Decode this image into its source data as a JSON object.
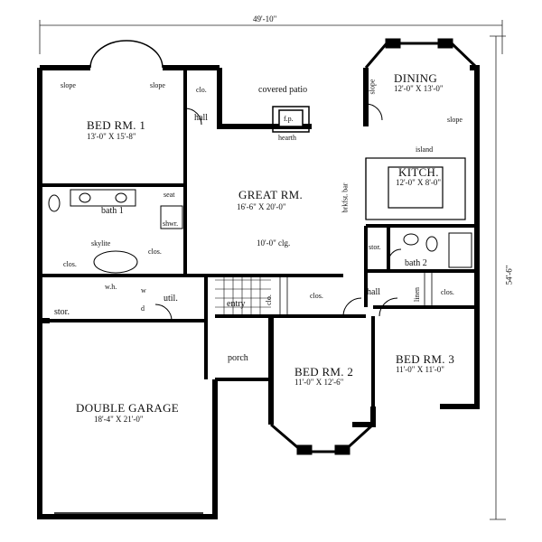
{
  "overall": {
    "width": "49'-10\"",
    "depth": "54'-6\""
  },
  "rooms": {
    "bed1": {
      "name": "BED RM. 1",
      "size": "13'-0\" X 15'-8\""
    },
    "great": {
      "name": "GREAT RM.",
      "size": "16'-6\" X 20'-0\"",
      "ceiling": "10'-0\" clg."
    },
    "dining": {
      "name": "DINING",
      "size": "12'-0\" X 13'-0\""
    },
    "kitchen": {
      "name": "KITCH.",
      "size": "12'-0\" X 8'-0\""
    },
    "bed2": {
      "name": "BED RM. 2",
      "size": "11'-0\" X 12'-6\""
    },
    "bed3": {
      "name": "BED RM. 3",
      "size": "11'-0\" X 11'-0\""
    },
    "garage": {
      "name": "DOUBLE GARAGE",
      "size": "18'-4\" X 21'-0\""
    }
  },
  "labels": {
    "covered_patio": "covered patio",
    "fp": "f.p.",
    "hearth": "hearth",
    "hall_top": "hall",
    "clo_top": "clo.",
    "slope_left": "slope",
    "slope_right": "slope",
    "slope_dining_top": "slope",
    "slope_kitchen": "slope",
    "island": "island",
    "brkfst_bar": "brkfst. bar",
    "bath1": "bath 1",
    "seat": "seat",
    "shwr": "shwr.",
    "skylite": "skylite",
    "clos_left": "clos.",
    "clos_mid": "clos.",
    "wh": "w.h.",
    "stor_left": "stor.",
    "w": "w",
    "d": "d",
    "util": "util.",
    "entry": "entry",
    "clo_entry": "clo.",
    "porch": "porch",
    "clos_bed2": "clos.",
    "hall_mid": "hall",
    "stor_right": "stor.",
    "bath2": "bath 2",
    "linen": "linen",
    "clos_bed3": "clos."
  }
}
